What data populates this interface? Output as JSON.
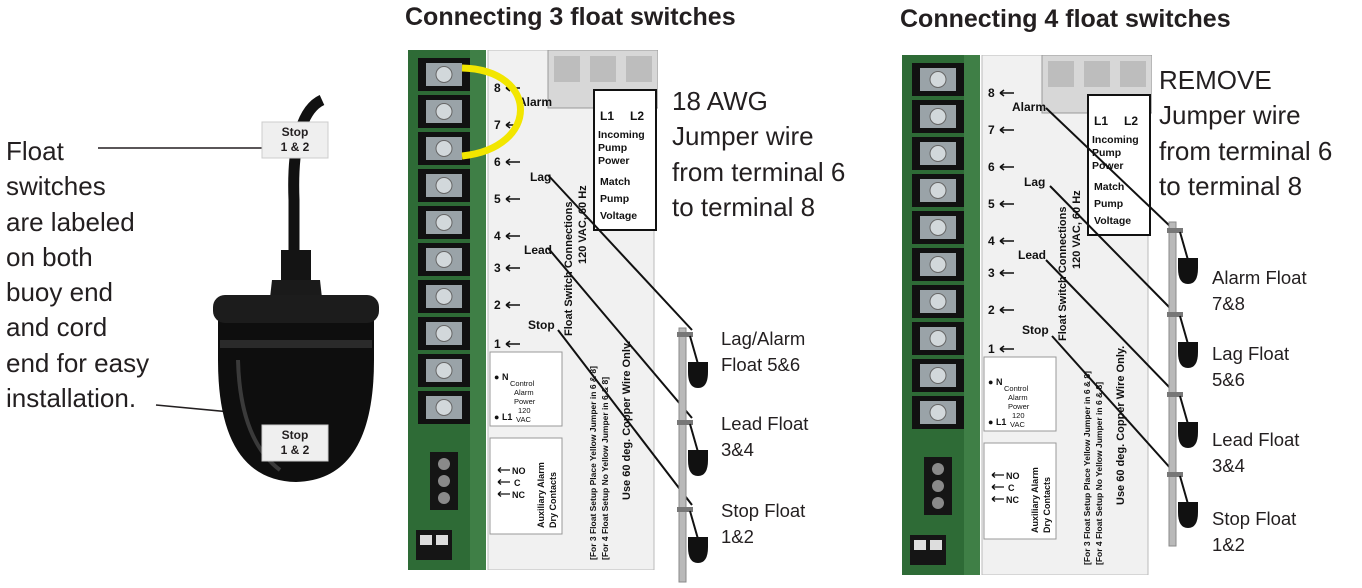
{
  "left_panel": {
    "caption_lines": [
      "Float",
      "switches",
      "are labeled",
      "on both",
      "buoy end",
      "and cord",
      "end for easy",
      "installation."
    ],
    "tag_top": {
      "line1": "Stop",
      "line2": "1 & 2"
    },
    "tag_bottom": {
      "line1": "Stop",
      "line2": "1 & 2"
    }
  },
  "panel3": {
    "title": "Connecting 3 float switches",
    "note_lines": [
      "18 AWG",
      "Jumper wire",
      "from terminal 6",
      "to terminal 8"
    ],
    "floats": [
      {
        "line1": "Lag/Alarm",
        "line2": "Float 5&6"
      },
      {
        "line1": "Lead Float",
        "line2": "3&4"
      },
      {
        "line1": "Stop Float",
        "line2": "1&2"
      }
    ]
  },
  "panel4": {
    "title": "Connecting 4 float switches",
    "note_lines": [
      "REMOVE",
      "Jumper wire",
      "from terminal 6",
      "to terminal 8"
    ],
    "floats": [
      {
        "line1": "Alarm Float",
        "line2": "7&8"
      },
      {
        "line1": "Lag Float",
        "line2": "5&6"
      },
      {
        "line1": "Lead Float",
        "line2": "3&4"
      },
      {
        "line1": "Stop Float",
        "line2": "1&2"
      }
    ]
  },
  "board": {
    "numbers": [
      "8",
      "7",
      "6",
      "5",
      "4",
      "3",
      "2",
      "1"
    ],
    "names": {
      "alarm": "Alarm",
      "lag": "Lag",
      "lead": "Lead",
      "stop": "Stop"
    },
    "l1": "L1",
    "l2": "L2",
    "power_lines": [
      "Incoming",
      "Pump",
      "Power",
      "Match",
      "Pump",
      "Voltage"
    ],
    "vertical_title": "Float Switch Connections",
    "vertical_voltage": "120 VAC, 60 Hz",
    "setup_line1": "[For 3 Float Setup Place Yellow Jumper in 6 & 8]",
    "setup_line2": "[For 4 Float Setup No Yellow Jumper in 6 & 8]",
    "copper_note": "Use 60 deg. Copper Wire Only.",
    "n_label": "N",
    "control_lines": [
      "Control",
      "Alarm",
      "Power",
      "120"
    ],
    "l1_label": "L1",
    "vac": "VAC",
    "contacts": [
      "NO",
      "C",
      "NC"
    ],
    "aux_lines": [
      "Auxiliary Alarm",
      "Dry Contacts"
    ]
  },
  "colors": {
    "board_green": "#2e6b36",
    "jumper_yellow": "#f2e600",
    "float_black": "#111111"
  }
}
